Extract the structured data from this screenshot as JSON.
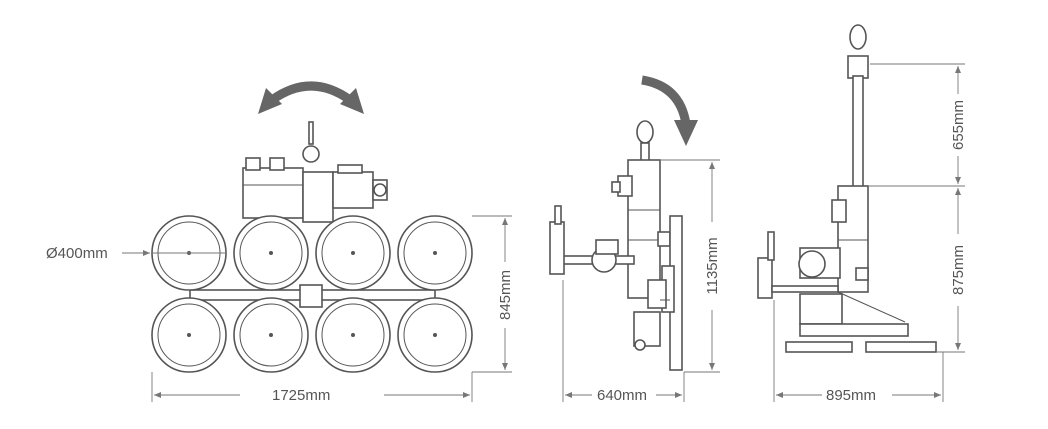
{
  "labels": {
    "pad_diameter": "Ø400mm",
    "front_width": "1725mm",
    "front_height": "845mm",
    "side_width": "640mm",
    "side_height": "1135mm",
    "rear_width": "895mm",
    "rear_upper_height": "655mm",
    "rear_lower_height": "875mm"
  }
}
